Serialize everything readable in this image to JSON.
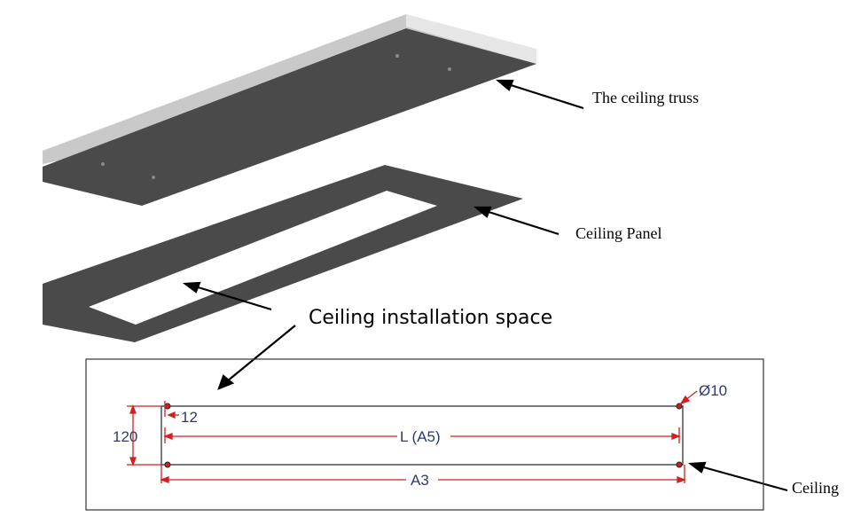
{
  "labels": {
    "ceiling_truss": "The ceiling truss",
    "ceiling_panel": "Ceiling Panel",
    "installation_space": "Ceiling installation space",
    "ceiling": "Ceiling"
  },
  "dimensions": {
    "hole_diameter": "Ø10",
    "edge_offset": "12",
    "height": "120",
    "inner_length": "L (A5)",
    "outer_length": "A3"
  },
  "colors": {
    "panel_dark": "#4a4a4a",
    "truss_top": "#c9c9c9",
    "dimension_line": "#d02020",
    "dimension_text": "#2c3a6e"
  }
}
